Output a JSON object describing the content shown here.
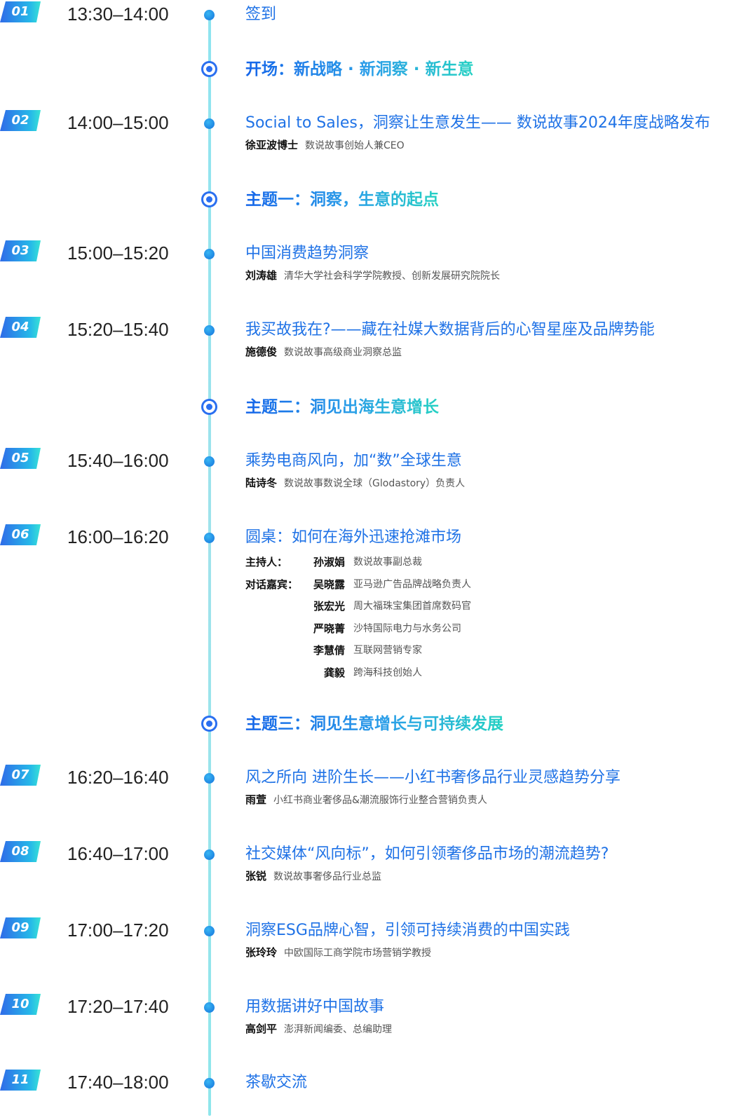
{
  "colors": {
    "accent_blue": "#1f72e6",
    "badge_start": "#2f6be8",
    "badge_end": "#38e2d6",
    "timeline": "#9fe3ec"
  },
  "agenda": [
    {
      "type": "session",
      "num": "01",
      "time": "13:30–14:00",
      "title": "签到",
      "speakers": []
    },
    {
      "type": "theme",
      "title": "开场：新战略 · 新洞察 · 新生意"
    },
    {
      "type": "session",
      "num": "02",
      "time": "14:00–15:00",
      "title": "Social to Sales，洞察让生意发生—— 数说故事2024年度战略发布",
      "speakers": [
        {
          "name": "徐亚波博士",
          "role": "数说故事创始人兼CEO"
        }
      ]
    },
    {
      "type": "theme",
      "title": "主题一：洞察，生意的起点"
    },
    {
      "type": "session",
      "num": "03",
      "time": "15:00–15:20",
      "title": "中国消费趋势洞察",
      "speakers": [
        {
          "name": "刘涛雄",
          "role": "清华大学社会科学学院教授、创新发展研究院院长"
        }
      ]
    },
    {
      "type": "session",
      "num": "04",
      "time": "15:20–15:40",
      "title": "我买故我在?——藏在社媒大数据背后的心智星座及品牌势能",
      "speakers": [
        {
          "name": "施德俊",
          "role": "数说故事高级商业洞察总监"
        }
      ]
    },
    {
      "type": "theme",
      "title": "主题二：洞见出海生意增长"
    },
    {
      "type": "session",
      "num": "05",
      "time": "15:40–16:00",
      "title": "乘势电商风向，加“数”全球生意",
      "speakers": [
        {
          "name": "陆诗冬",
          "role": "数说故事数说全球（Glodastory）负责人"
        }
      ]
    },
    {
      "type": "panel",
      "num": "06",
      "time": "16:00–16:20",
      "title": "圆桌：如何在海外迅速抢滩市场",
      "host_label": "主持人：",
      "guest_label": "对话嘉宾：",
      "host": {
        "name": "孙淑娟",
        "role": "数说故事副总裁"
      },
      "guests": [
        {
          "name": "吴晓露",
          "role": "亚马逊广告品牌战略负责人"
        },
        {
          "name": "张宏光",
          "role": "周大福珠宝集团首席数码官"
        },
        {
          "name": "严晓菁",
          "role": "沙特国际电力与水务公司"
        },
        {
          "name": "李慧倩",
          "role": "互联网营销专家"
        },
        {
          "name": "龚毅",
          "role": "跨海科技创始人"
        }
      ]
    },
    {
      "type": "theme",
      "title": "主题三：洞见生意增长与可持续发展"
    },
    {
      "type": "session",
      "num": "07",
      "time": "16:20–16:40",
      "title": "风之所向 进阶生长——小红书奢侈品行业灵感趋势分享",
      "speakers": [
        {
          "name": "雨萱",
          "role": "小红书商业奢侈品&潮流服饰行业整合营销负责人"
        }
      ]
    },
    {
      "type": "session",
      "num": "08",
      "time": "16:40–17:00",
      "title": "社交媒体“风向标”，如何引领奢侈品市场的潮流趋势?",
      "speakers": [
        {
          "name": "张锐",
          "role": "数说故事奢侈品行业总监"
        }
      ]
    },
    {
      "type": "session",
      "num": "09",
      "time": "17:00–17:20",
      "title": "洞察ESG品牌心智，引领可持续消费的中国实践",
      "speakers": [
        {
          "name": "张玲玲",
          "role": "中欧国际工商学院市场营销学教授"
        }
      ]
    },
    {
      "type": "session",
      "num": "10",
      "time": "17:20–17:40",
      "title": "用数据讲好中国故事",
      "speakers": [
        {
          "name": "高剑平",
          "role": "澎湃新闻编委、总编助理"
        }
      ]
    },
    {
      "type": "session",
      "num": "11",
      "time": "17:40–18:00",
      "title": "茶歇交流",
      "speakers": []
    }
  ]
}
